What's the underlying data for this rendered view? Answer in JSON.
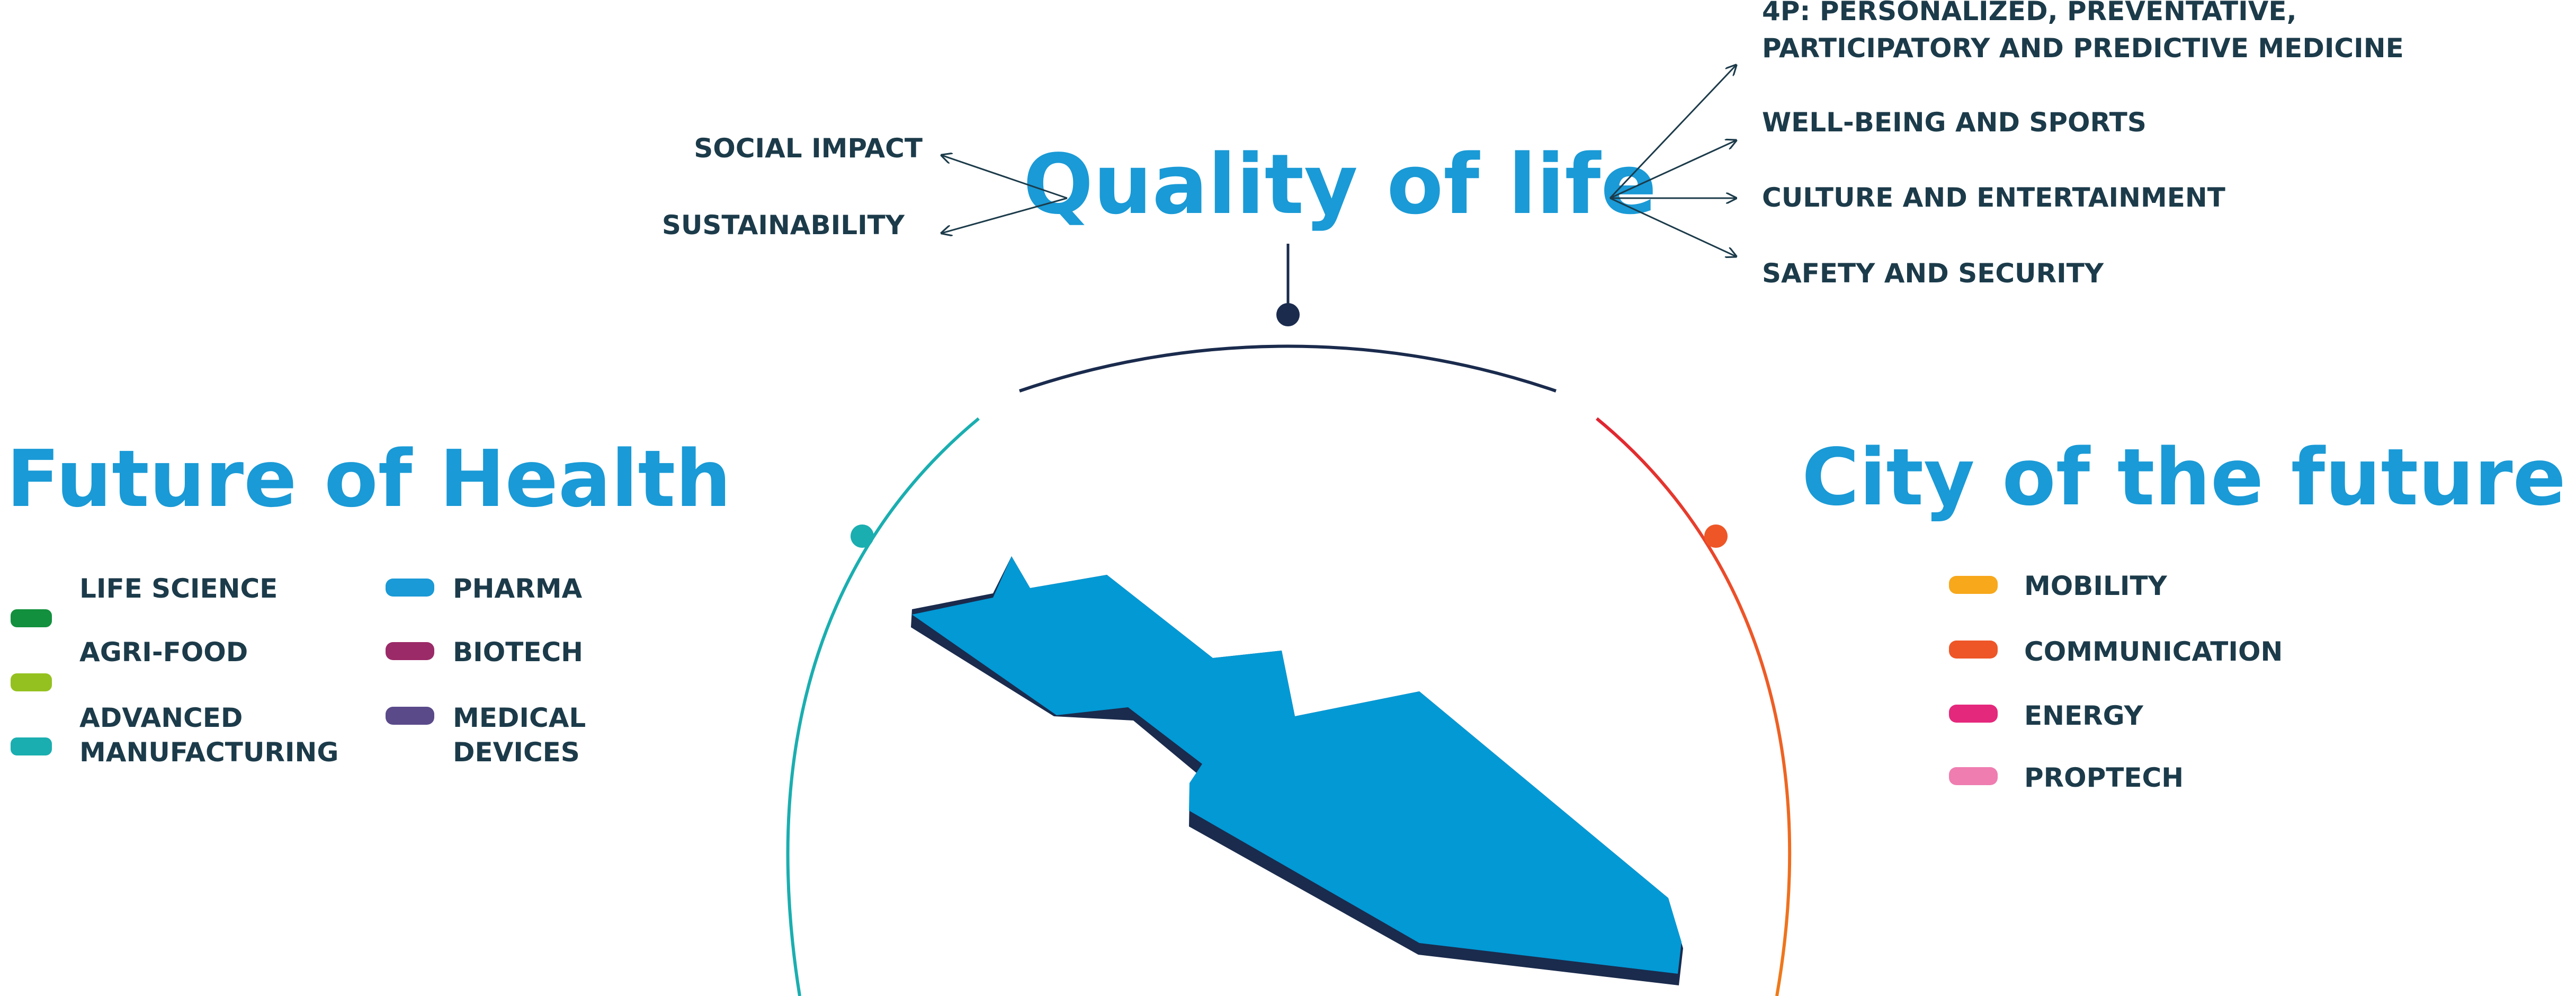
{
  "quality_of_life": {
    "title": "Quality of life",
    "left_items": [
      {
        "label": "SOCIAL IMPACT"
      },
      {
        "label": "SUSTAINABILITY"
      }
    ],
    "right_items": [
      {
        "lines": [
          "4P: PERSONALIZED, PREVENTATIVE,",
          "PARTICIPATORY AND PREDICTIVE MEDICINE"
        ]
      },
      {
        "lines": [
          "WELL-BEING AND SPORTS"
        ]
      },
      {
        "lines": [
          "CULTURE AND ENTERTAINMENT"
        ]
      },
      {
        "lines": [
          "SAFETY AND SECURITY"
        ]
      }
    ]
  },
  "future_of_health": {
    "title": "Future of Health",
    "column1": [
      {
        "lines": [
          "LIFE SCIENCE"
        ],
        "color": "#12903d"
      },
      {
        "lines": [
          "AGRI-FOOD"
        ],
        "color": "#94c11f"
      },
      {
        "lines": [
          "ADVANCED",
          "MANUFACTURING"
        ],
        "color": "#1aaeb0"
      }
    ],
    "column2": [
      {
        "lines": [
          "PHARMA"
        ],
        "color": "#1a9ad6"
      },
      {
        "lines": [
          "BIOTECH"
        ],
        "color": "#9b2a68"
      },
      {
        "lines": [
          "MEDICAL",
          "DEVICES"
        ],
        "color": "#5a4a8a"
      }
    ]
  },
  "city_of_the_future": {
    "title": "City of the future",
    "items": [
      {
        "label": "MOBILITY",
        "color": "#f7a81b"
      },
      {
        "label": "COMMUNICATION",
        "color": "#ee5627"
      },
      {
        "label": "ENERGY",
        "color": "#e4287c"
      },
      {
        "label": "PROPTECH",
        "color": "#ef7db0"
      }
    ]
  },
  "colors": {
    "heading": "#1a9ad6",
    "label_text": "#1c3b4a",
    "navy": "#1a2b4d",
    "teal": "#1aaeb0",
    "orange": "#ee5627",
    "red": "#e02431",
    "map_fill": "#0299d5",
    "map_shadow": "#1a2b4d"
  }
}
